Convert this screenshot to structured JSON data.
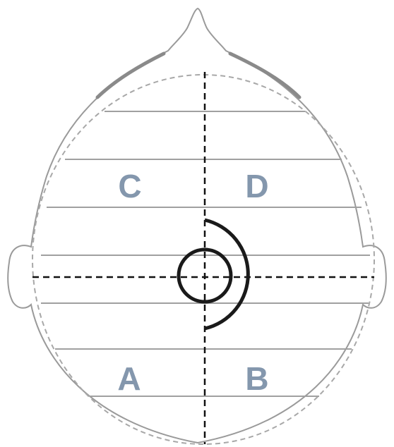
{
  "diagram": {
    "quadrants": {
      "upper_left": "C",
      "upper_right": "D",
      "lower_left": "A",
      "lower_right": "B"
    },
    "colors": {
      "head_outline": "#9a9a9a",
      "nose_shading": "#8a8a8a",
      "dashed_region": "#a8a8a8",
      "stripe_lines": "#a0a0a0",
      "crosshair": "#111111",
      "target_marks": "#1a1a1a",
      "label_fill": "#8497ad"
    }
  }
}
